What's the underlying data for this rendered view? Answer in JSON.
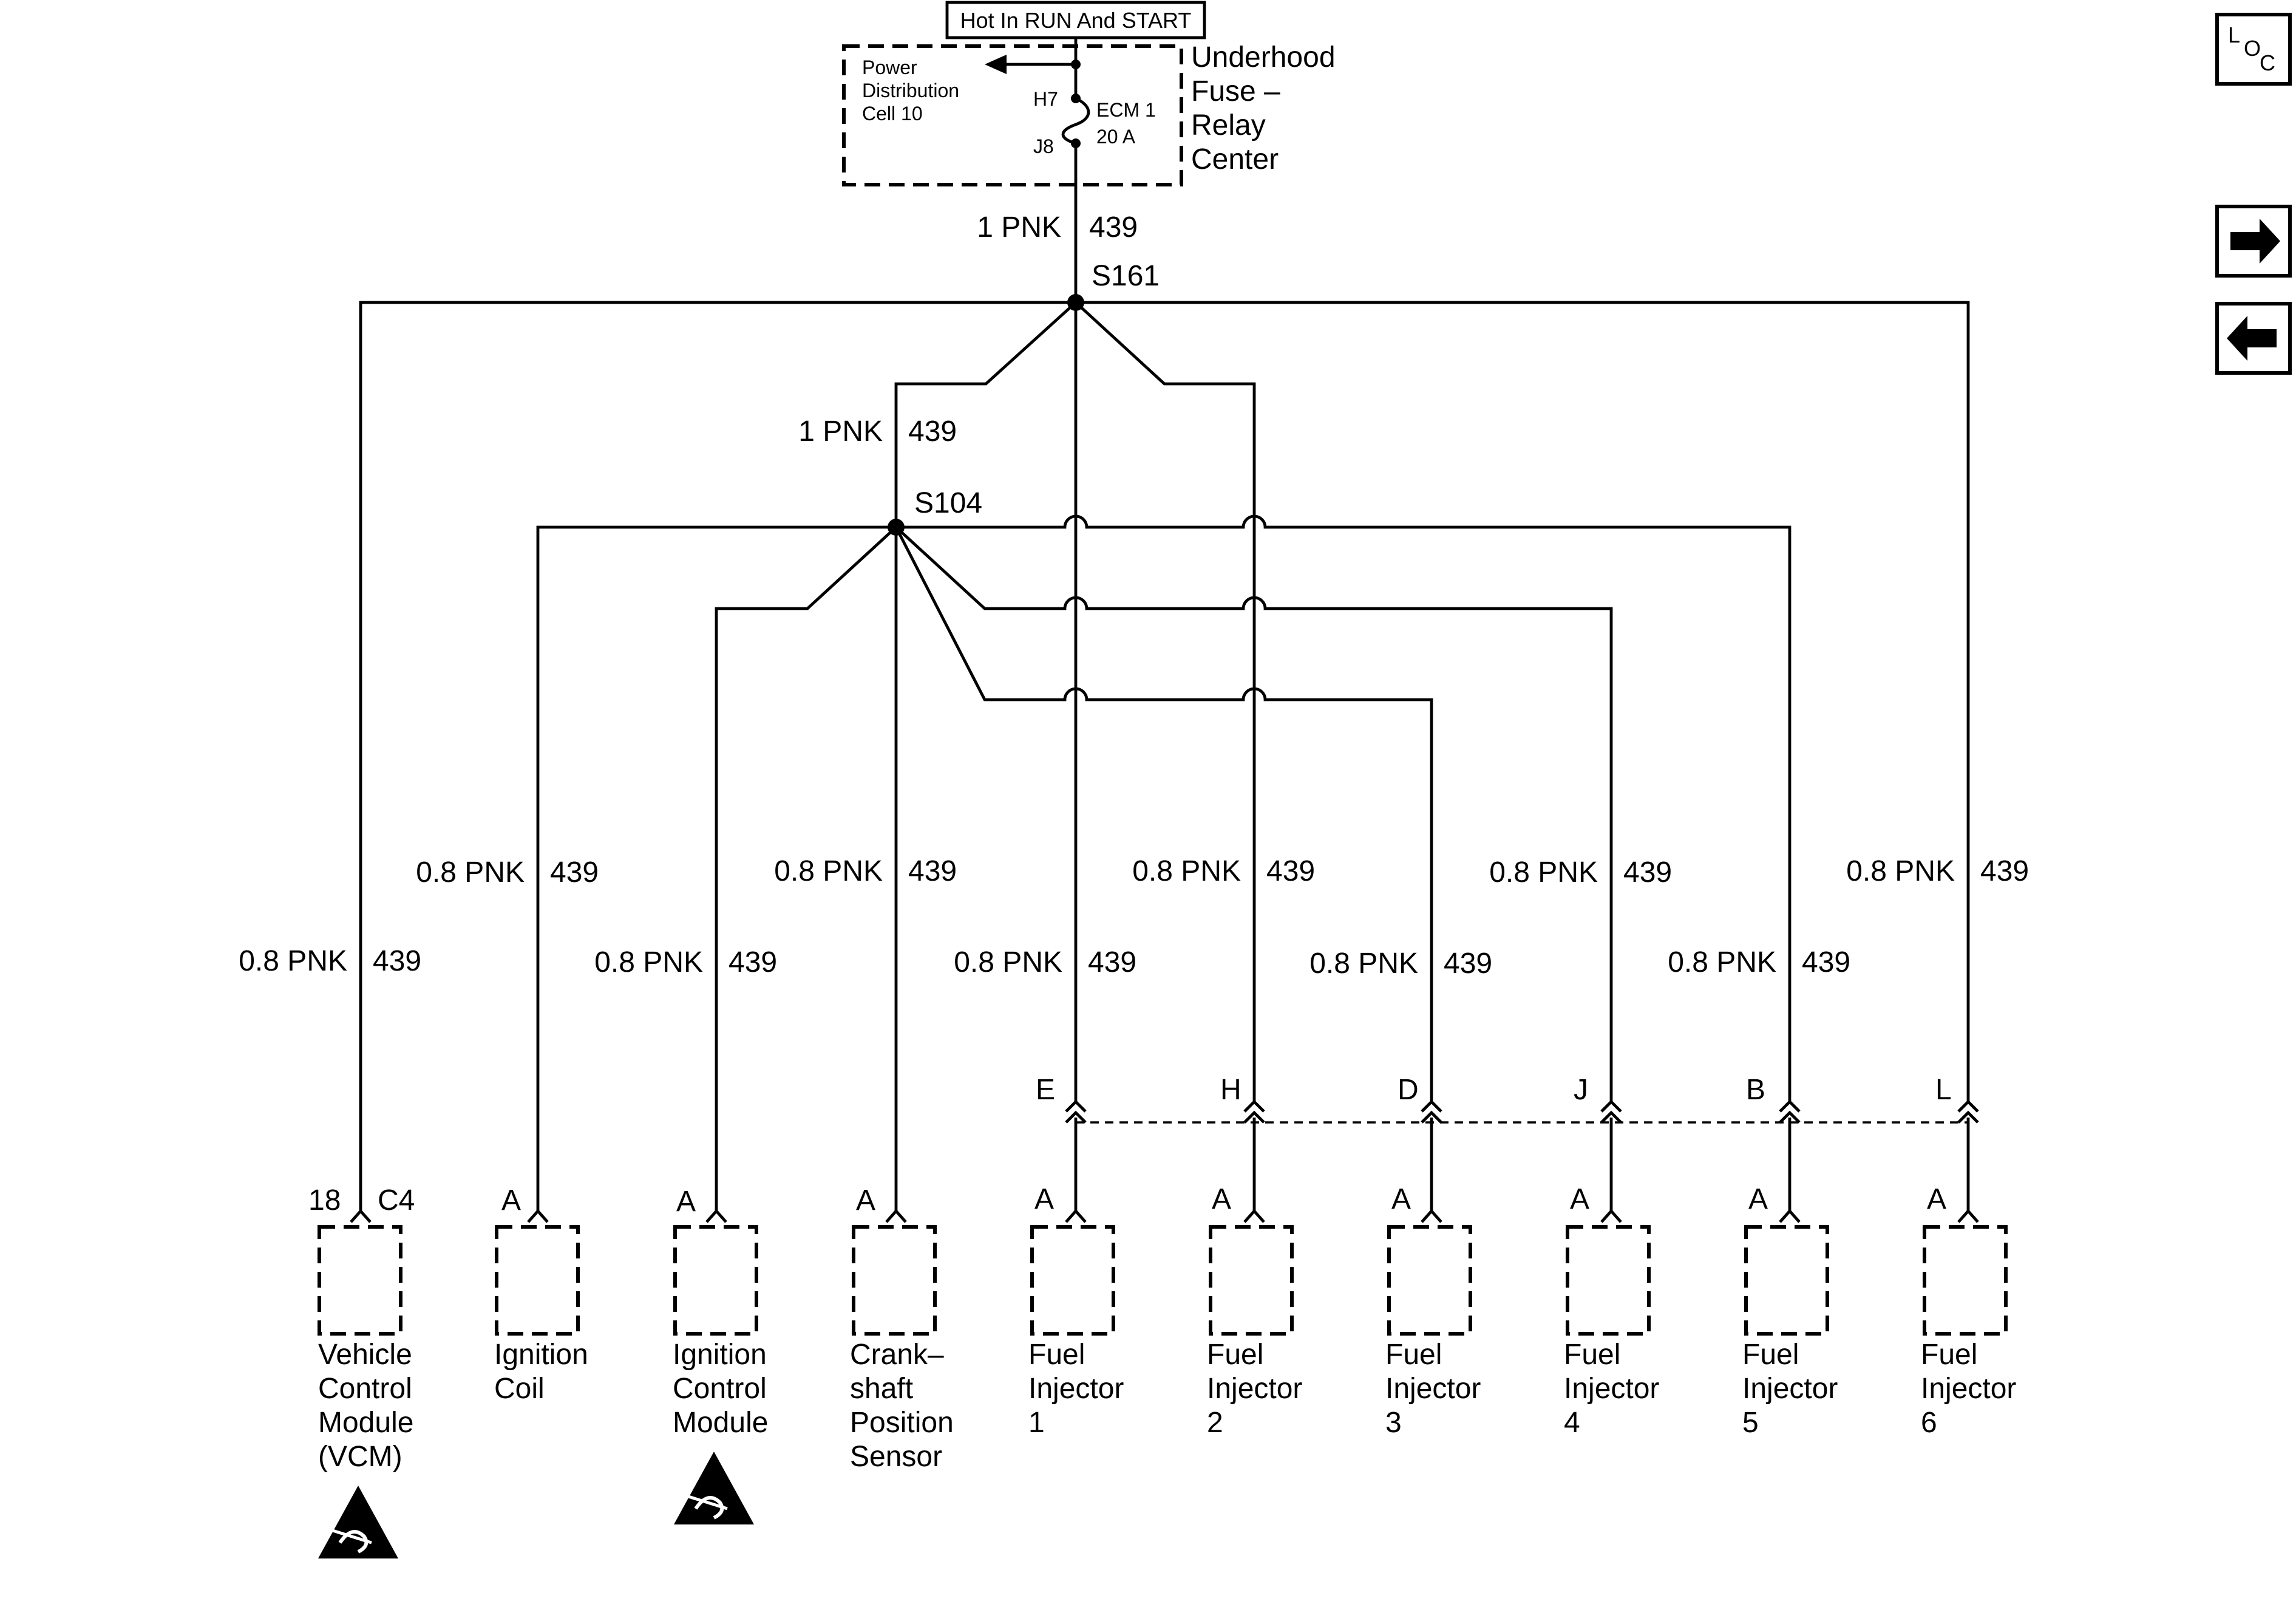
{
  "header": {
    "hot_label": "Hot In RUN And START"
  },
  "fuse_box": {
    "left_lines": [
      "Power",
      "Distribution",
      "Cell 10"
    ],
    "right_lines": [
      "Underhood",
      "Fuse –",
      "Relay",
      "Center"
    ],
    "fuse_lines": [
      "ECM 1",
      "20 A"
    ],
    "pin_top": "H7",
    "pin_bottom": "J8"
  },
  "wire_main": {
    "gauge": "1 PNK",
    "circuit": "439"
  },
  "splice_top": "S161",
  "wire_second": {
    "gauge": "1 PNK",
    "circuit": "439"
  },
  "splice_second": "S104",
  "branches": [
    {
      "gauge": "0.8 PNK",
      "circuit": "439"
    },
    {
      "gauge": "0.8 PNK",
      "circuit": "439"
    },
    {
      "gauge": "0.8 PNK",
      "circuit": "439"
    },
    {
      "gauge": "0.8 PNK",
      "circuit": "439"
    },
    {
      "gauge": "0.8 PNK",
      "circuit": "439"
    },
    {
      "gauge": "0.8 PNK",
      "circuit": "439"
    },
    {
      "gauge": "0.8 PNK",
      "circuit": "439"
    },
    {
      "gauge": "0.8 PNK",
      "circuit": "439"
    },
    {
      "gauge": "0.8 PNK",
      "circuit": "439"
    },
    {
      "gauge": "0.8 PNK",
      "circuit": "439"
    }
  ],
  "inline_pins": [
    "E",
    "H",
    "D",
    "J",
    "B",
    "L"
  ],
  "components": [
    {
      "pin": "18",
      "connector": "C4",
      "lines": [
        "Vehicle",
        "Control",
        "Module",
        "(VCM)"
      ],
      "esd": true
    },
    {
      "pin": "A",
      "lines": [
        "Ignition",
        "Coil"
      ],
      "esd": false
    },
    {
      "pin": "A",
      "lines": [
        "Ignition",
        "Control",
        "Module"
      ],
      "esd": true
    },
    {
      "pin": "A",
      "lines": [
        "Crank–",
        "shaft",
        "Position",
        "Sensor"
      ],
      "esd": false
    },
    {
      "pin": "A",
      "lines": [
        "Fuel",
        "Injector",
        "1"
      ],
      "esd": false
    },
    {
      "pin": "A",
      "lines": [
        "Fuel",
        "Injector",
        "2"
      ],
      "esd": false
    },
    {
      "pin": "A",
      "lines": [
        "Fuel",
        "Injector",
        "3"
      ],
      "esd": false
    },
    {
      "pin": "A",
      "lines": [
        "Fuel",
        "Injector",
        "4"
      ],
      "esd": false
    },
    {
      "pin": "A",
      "lines": [
        "Fuel",
        "Injector",
        "5"
      ],
      "esd": false
    },
    {
      "pin": "A",
      "lines": [
        "Fuel",
        "Injector",
        "6"
      ],
      "esd": false
    }
  ],
  "nav": {
    "loc": [
      "L",
      "O",
      "C"
    ],
    "forward": "right-arrow-icon",
    "back": "left-arrow-icon"
  }
}
